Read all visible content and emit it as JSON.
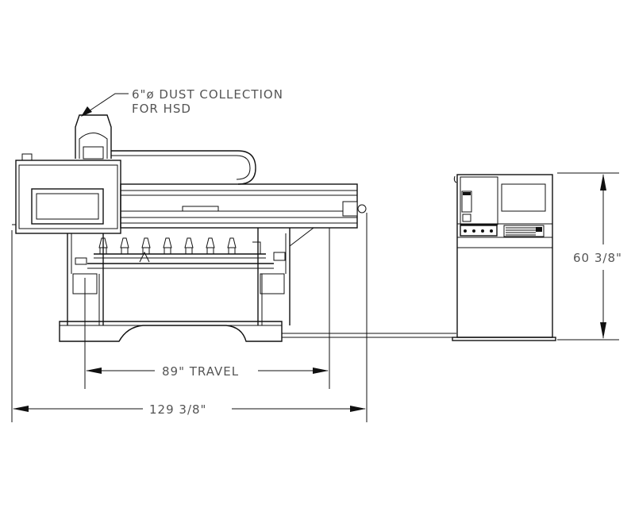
{
  "annotations": {
    "dust_collection_line1": "6\"ø DUST COLLECTION",
    "dust_collection_line2": "FOR HSD"
  },
  "dimensions": {
    "travel": "89\" TRAVEL",
    "overall_width": "129 3/8\"",
    "height": "60 3/8\""
  }
}
